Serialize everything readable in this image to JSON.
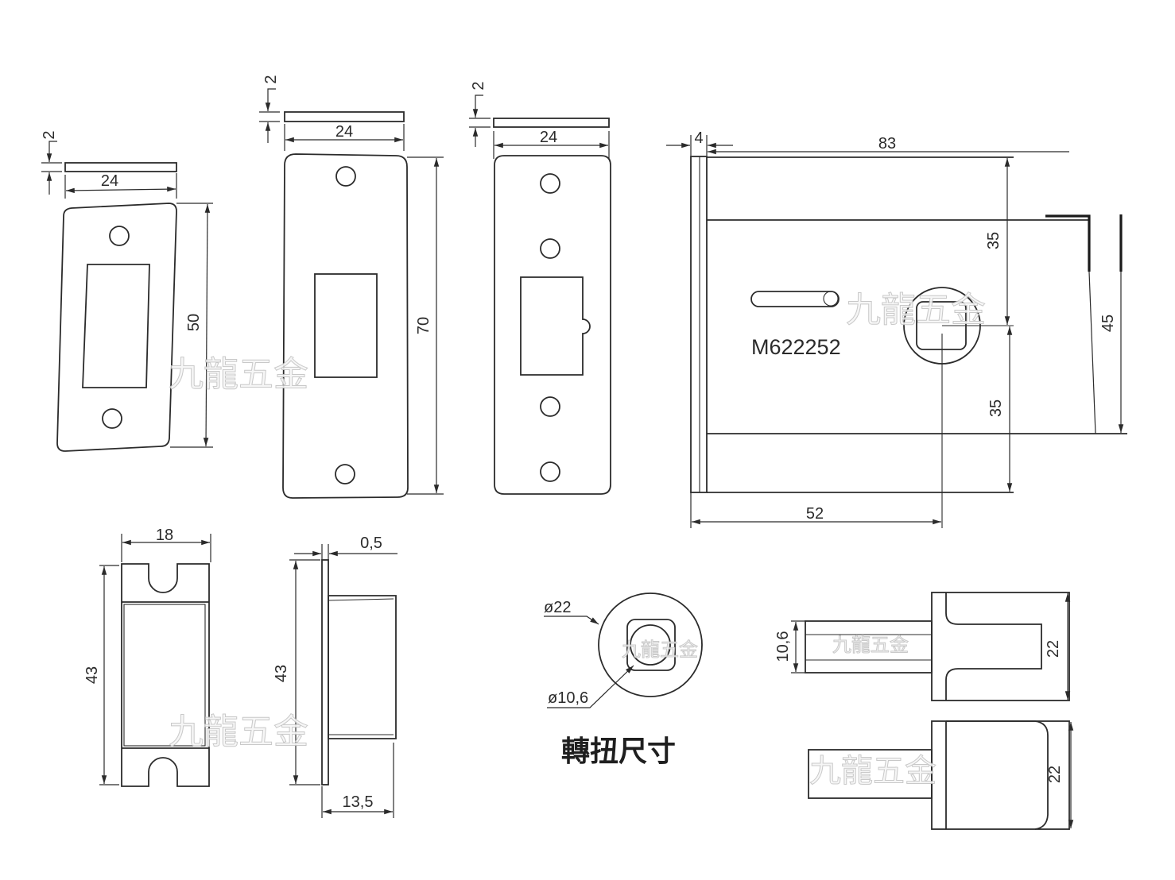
{
  "watermark": "九龍五金",
  "plate_a": {
    "thickness": "2",
    "width": "24",
    "height": "50"
  },
  "plate_b": {
    "thickness": "2",
    "width": "24",
    "height": "70"
  },
  "plate_c": {
    "thickness": "2",
    "width": "24"
  },
  "lock_body": {
    "model": "M622252",
    "faceplate": "4",
    "length": "83",
    "upper": "35",
    "lower": "35",
    "height": "45",
    "backset": "52"
  },
  "bolt_front": {
    "width": "18",
    "height": "43"
  },
  "bolt_side": {
    "thickness": "0,5",
    "height": "43",
    "depth": "13,5"
  },
  "turn_piece": {
    "outer": "ø22",
    "inner": "ø10,6",
    "caption": "轉扭尺寸"
  },
  "turn_side": {
    "shaft": "10,6",
    "head_top": "22",
    "head_bottom": "22"
  }
}
